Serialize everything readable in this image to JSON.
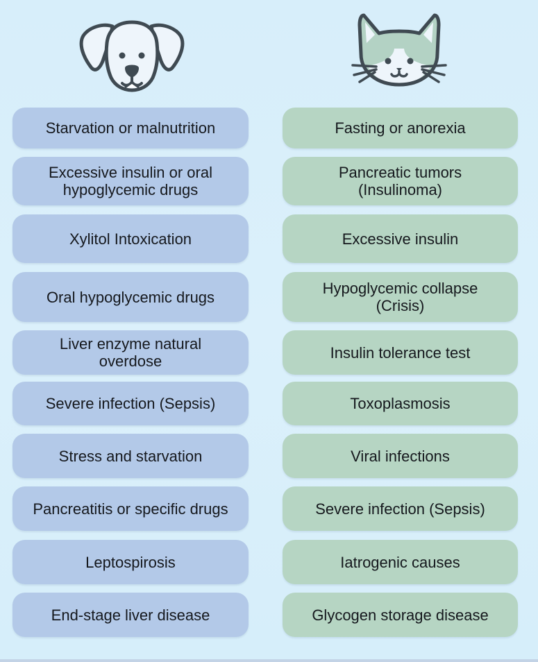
{
  "colors": {
    "background": "#d7eefa",
    "dog_pill": "#b3c9e8",
    "cat_pill": "#b6d5c3",
    "icon_stroke": "#3f4a52",
    "cat_fur": "#b3d2c4",
    "text": "#15181d"
  },
  "columns": {
    "dog": {
      "icon": "dog-face-icon",
      "items": [
        {
          "label": "Starvation or malnutrition"
        },
        {
          "label": "Excessive insulin or oral\nhypoglycemic drugs"
        },
        {
          "label": "Xylitol Intoxication"
        },
        {
          "label": "Oral hypoglycemic drugs"
        },
        {
          "label": "Liver enzyme natural\noverdose"
        },
        {
          "label": "Severe infection (Sepsis)"
        },
        {
          "label": "Stress and starvation"
        },
        {
          "label": "Pancreatitis or specific drugs"
        },
        {
          "label": "Leptospirosis"
        },
        {
          "label": "End-stage liver disease"
        }
      ]
    },
    "cat": {
      "icon": "cat-face-icon",
      "items": [
        {
          "label": "Fasting or anorexia"
        },
        {
          "label": "Pancreatic tumors\n(Insulinoma)"
        },
        {
          "label": "Excessive insulin"
        },
        {
          "label": "Hypoglycemic collapse\n(Crisis)"
        },
        {
          "label": "Insulin tolerance test"
        },
        {
          "label": "Toxoplasmosis"
        },
        {
          "label": "Viral infections"
        },
        {
          "label": "Severe infection (Sepsis)"
        },
        {
          "label": "Iatrogenic causes"
        },
        {
          "label": "Glycogen storage disease"
        }
      ]
    }
  }
}
